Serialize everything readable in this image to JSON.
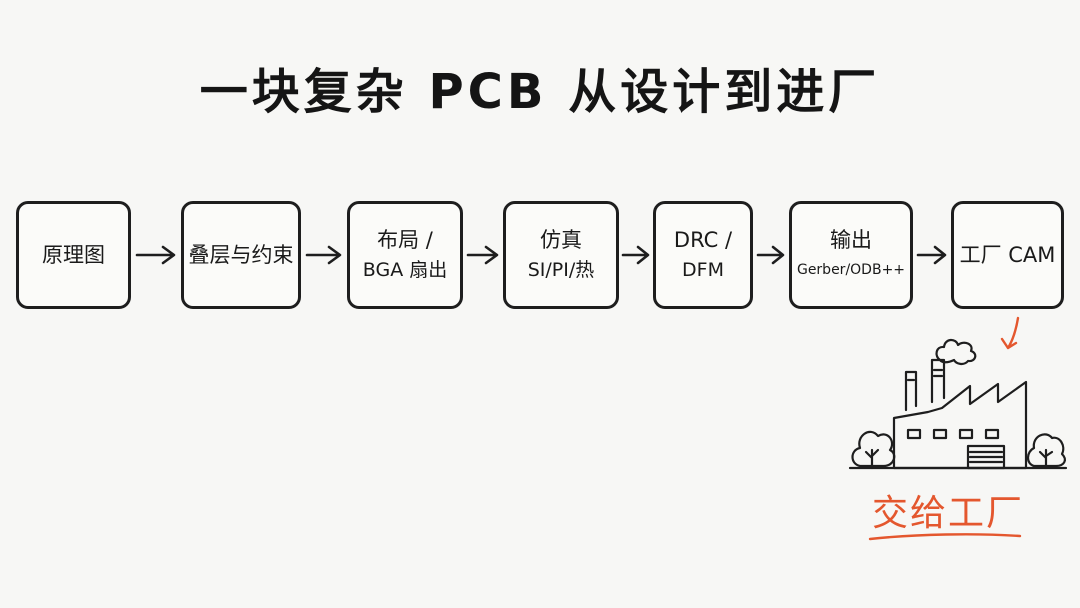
{
  "title": "一块复杂 PCB 从设计到进厂",
  "steps": [
    {
      "line1": "原理图",
      "line2": ""
    },
    {
      "line1": "叠层与约束",
      "line2": ""
    },
    {
      "line1": "布局 /",
      "line2": "BGA 扇出"
    },
    {
      "line1": "仿真",
      "line2": "SI/PI/热"
    },
    {
      "line1": "DRC /",
      "line2": "DFM"
    },
    {
      "line1": "输出",
      "line2": "Gerber/ODB++"
    },
    {
      "line1": "工厂 CAM",
      "line2": ""
    }
  ],
  "delivery_label": "交给工厂",
  "colors": {
    "accent": "#e4572e",
    "ink": "#1e1e1e",
    "background": "#f7f7f5"
  },
  "icons": [
    "arrow-right-icon",
    "factory-icon",
    "tree-icon",
    "smoke-icon"
  ]
}
